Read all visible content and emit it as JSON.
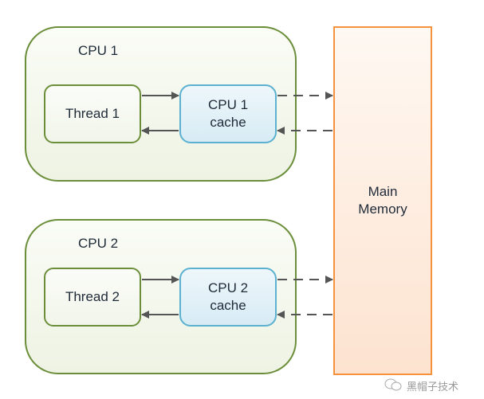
{
  "diagram": {
    "cpus": [
      {
        "label": "CPU 1",
        "thread": "Thread 1",
        "cache_line1": "CPU 1",
        "cache_line2": "cache"
      },
      {
        "label": "CPU 2",
        "thread": "Thread 2",
        "cache_line1": "CPU 2",
        "cache_line2": "cache"
      }
    ],
    "memory": {
      "line1": "Main",
      "line2": "Memory"
    },
    "watermark": {
      "icon": "wechat-icon",
      "text": "黑帽子技术"
    },
    "colors": {
      "cpu_border": "#6b8e3a",
      "cache_border": "#5bb1cf",
      "memory_border": "#f7923c",
      "arrow": "#555555"
    }
  }
}
